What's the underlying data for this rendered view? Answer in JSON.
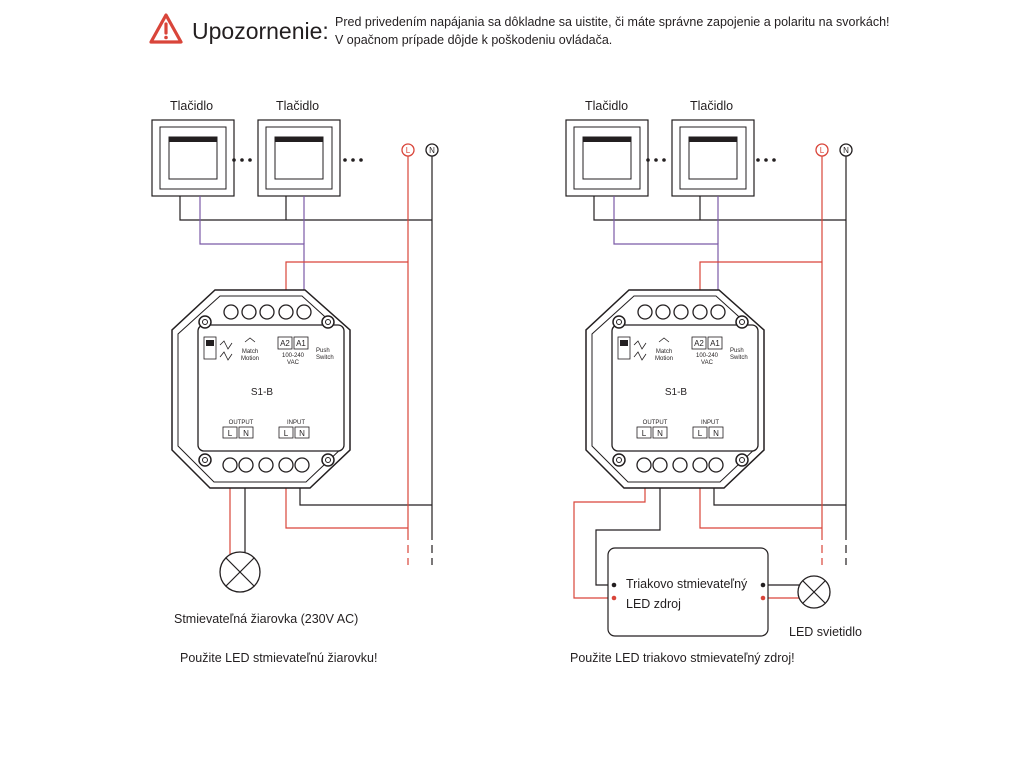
{
  "warning": {
    "icon": "warning-triangle-icon",
    "title": "Upozornenie:",
    "line1": "Pred privedením napájania sa dôkladne sa uistite, či máte správne zapojenie a polaritu na svorkách!",
    "line2": "V opačnom prípade dôjde k poškodeniu ovládača."
  },
  "left": {
    "button1": "Tlačidlo",
    "button2": "Tlačidlo",
    "terminal_L": "L",
    "terminal_N": "N",
    "controller": {
      "model": "S1-B",
      "terminal_a2": "A2",
      "terminal_a1": "A1",
      "match": "Match",
      "match_sub": "Motion",
      "voltage": "100-240",
      "voltage_unit": "VAC",
      "push": "Push",
      "switch": "Switch",
      "output": "OUTPUT",
      "input": "INPUT",
      "out_L": "L",
      "out_N": "N",
      "in_L": "L",
      "in_N": "N"
    },
    "load_label": "Stmievateľná žiarovka (230V AC)",
    "note": "Použite LED stmievateľnú žiarovku!"
  },
  "right": {
    "button1": "Tlačidlo",
    "button2": "Tlačidlo",
    "terminal_L": "L",
    "terminal_N": "N",
    "controller": {
      "model": "S1-B",
      "terminal_a2": "A2",
      "terminal_a1": "A1",
      "match": "Match",
      "match_sub": "Motion",
      "voltage": "100-240",
      "voltage_unit": "VAC",
      "push": "Push",
      "switch": "Switch",
      "output": "OUTPUT",
      "input": "INPUT",
      "out_L": "L",
      "out_N": "N",
      "in_L": "L",
      "in_N": "N"
    },
    "driver_line1": "Triakovo stmievateľný",
    "driver_line2": "LED zdroj",
    "lamp_label": "LED svietidlo",
    "note": "Použite LED triakovo stmievateľný zdroj!"
  },
  "colors": {
    "live": "#d9453a",
    "neutral": "#231f20",
    "push": "#7b5aa6",
    "warning": "#d9453a"
  }
}
